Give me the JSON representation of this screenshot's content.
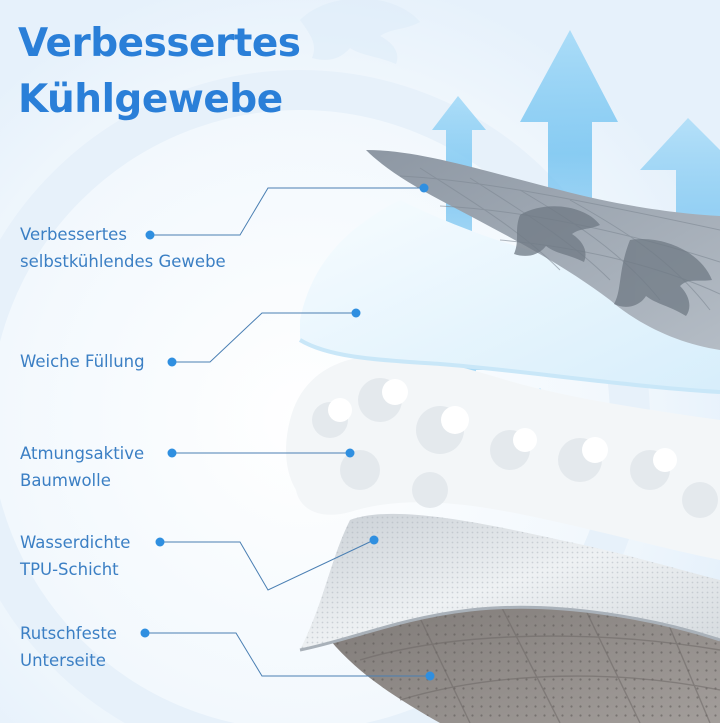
{
  "title": {
    "line1": "Verbessertes",
    "line2": "Kühlgewebe"
  },
  "layers": [
    {
      "line1": "Verbessertes",
      "line2": "selbstkühlendes Gewebe"
    },
    {
      "line1": "Weiche Füllung"
    },
    {
      "line1": "Atmungsaktive",
      "line2": "Baumwolle"
    },
    {
      "line1": "Wasserdichte",
      "line2": "TPU-Schicht"
    },
    {
      "line1": "Rutschfeste",
      "line2": "Unterseite"
    }
  ],
  "colors": {
    "title": "#2a7fd8",
    "label": "#3b7fc4",
    "connector": "#4a7fb3",
    "arrow": "#8fd0f5",
    "cooling_fabric": "#9aa3ad",
    "foam": "#e8f6fd",
    "cotton": "#f3f6f8",
    "tpu_mesh": "#dfe3e7",
    "non_slip_base": "#8f8a87"
  },
  "decor": {
    "leaf_icon": "monstera-leaf-icon",
    "arrow_icon": "airflow-arrow-icon"
  }
}
